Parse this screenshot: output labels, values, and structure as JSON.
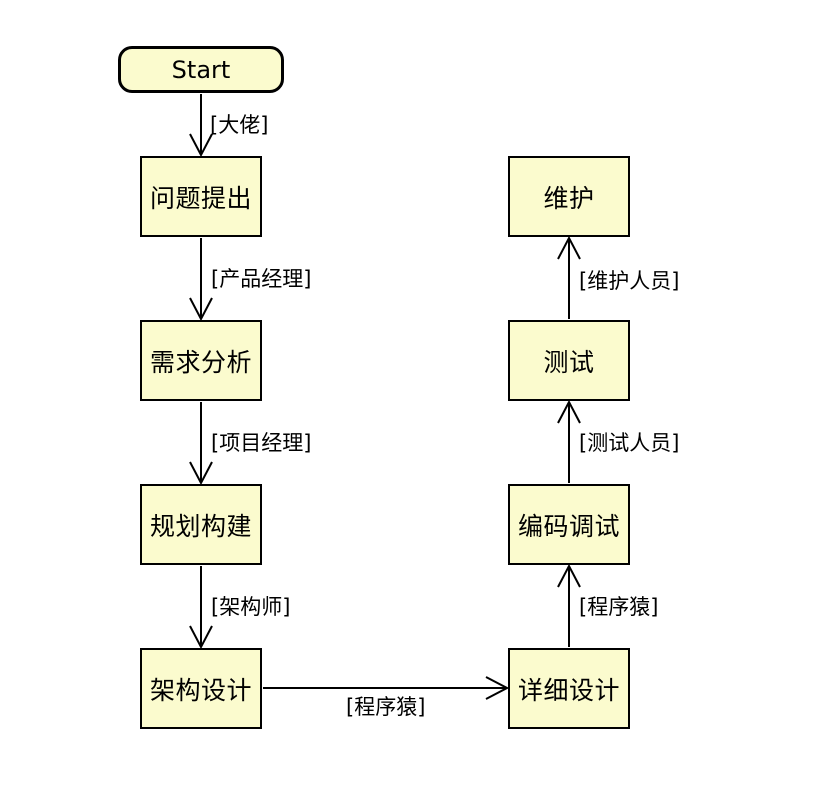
{
  "diagram": {
    "kind": "activity-flowchart",
    "colors": {
      "background": "#ffffff",
      "node_fill": "#fbfbce",
      "node_border": "#000000",
      "edge": "#000000"
    },
    "nodes": [
      {
        "id": "start",
        "label": "Start",
        "shape": "rounded-pill"
      },
      {
        "id": "problem",
        "label": "问题提出",
        "shape": "rect"
      },
      {
        "id": "requirements",
        "label": "需求分析",
        "shape": "rect"
      },
      {
        "id": "planning",
        "label": "规划构建",
        "shape": "rect"
      },
      {
        "id": "architecture",
        "label": "架构设计",
        "shape": "rect"
      },
      {
        "id": "detailed-design",
        "label": "详细设计",
        "shape": "rect"
      },
      {
        "id": "coding-debugging",
        "label": "编码调试",
        "shape": "rect"
      },
      {
        "id": "testing",
        "label": "测试",
        "shape": "rect"
      },
      {
        "id": "maintenance",
        "label": "维护",
        "shape": "rect"
      }
    ],
    "edges": [
      {
        "from": "start",
        "to": "problem",
        "label": "[大佬]",
        "direction": "down"
      },
      {
        "from": "problem",
        "to": "requirements",
        "label": "[产品经理]",
        "direction": "down"
      },
      {
        "from": "requirements",
        "to": "planning",
        "label": "[项目经理]",
        "direction": "down"
      },
      {
        "from": "planning",
        "to": "architecture",
        "label": "[架构师]",
        "direction": "down"
      },
      {
        "from": "architecture",
        "to": "detailed-design",
        "label": "[程序猿]",
        "direction": "right"
      },
      {
        "from": "detailed-design",
        "to": "coding-debugging",
        "label": "[程序猿]",
        "direction": "up"
      },
      {
        "from": "coding-debugging",
        "to": "testing",
        "label": "[测试人员]",
        "direction": "up"
      },
      {
        "from": "testing",
        "to": "maintenance",
        "label": "[维护人员]",
        "direction": "up"
      }
    ]
  }
}
